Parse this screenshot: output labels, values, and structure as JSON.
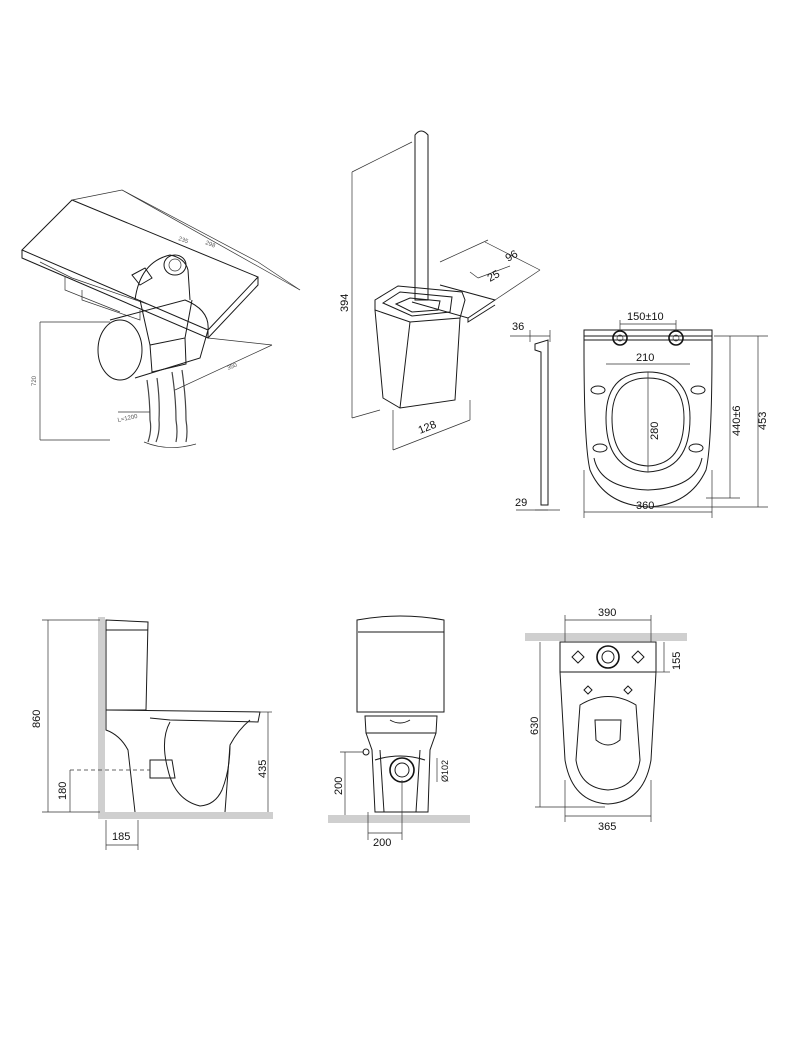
{
  "shower_unit": {
    "labels": [
      "235",
      "298",
      "720",
      "350",
      "L=1200"
    ]
  },
  "brush_holder": {
    "labels": [
      "394",
      "96",
      "25",
      "128"
    ]
  },
  "seat": {
    "labels": [
      "36",
      "29",
      "150±10",
      "210",
      "280",
      "440±6",
      "453",
      "360"
    ]
  },
  "side_view": {
    "labels": [
      "860",
      "435",
      "180",
      "185"
    ]
  },
  "front_view": {
    "labels": [
      "200",
      "Ø102",
      "200"
    ]
  },
  "top_view": {
    "labels": [
      "390",
      "155",
      "630",
      "365"
    ]
  }
}
